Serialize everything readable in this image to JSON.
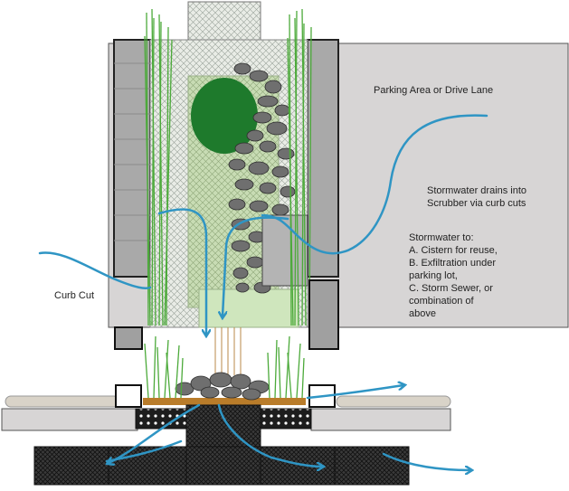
{
  "labels": {
    "parking_area": "Parking Area or Drive Lane",
    "stormwater_drains_line1": "Stormwater drains into",
    "stormwater_drains_line2": "Scrubber via curb cuts",
    "curb_cut": "Curb Cut"
  },
  "stormwater_to": {
    "heading": "Stormwater to:",
    "lines": [
      "A. Cistern for reuse,",
      "B. Exfiltration under",
      "parking lot,",
      "C. Storm Sewer, or",
      "combination of",
      "above"
    ]
  },
  "colors": {
    "water_arrow": "#2f95c4",
    "grass": "#4caa3a",
    "tree": "#1e7a2c",
    "pavement": "#d7d5d5",
    "rock": "#6f6f6f",
    "soil": "#b97c2a"
  }
}
